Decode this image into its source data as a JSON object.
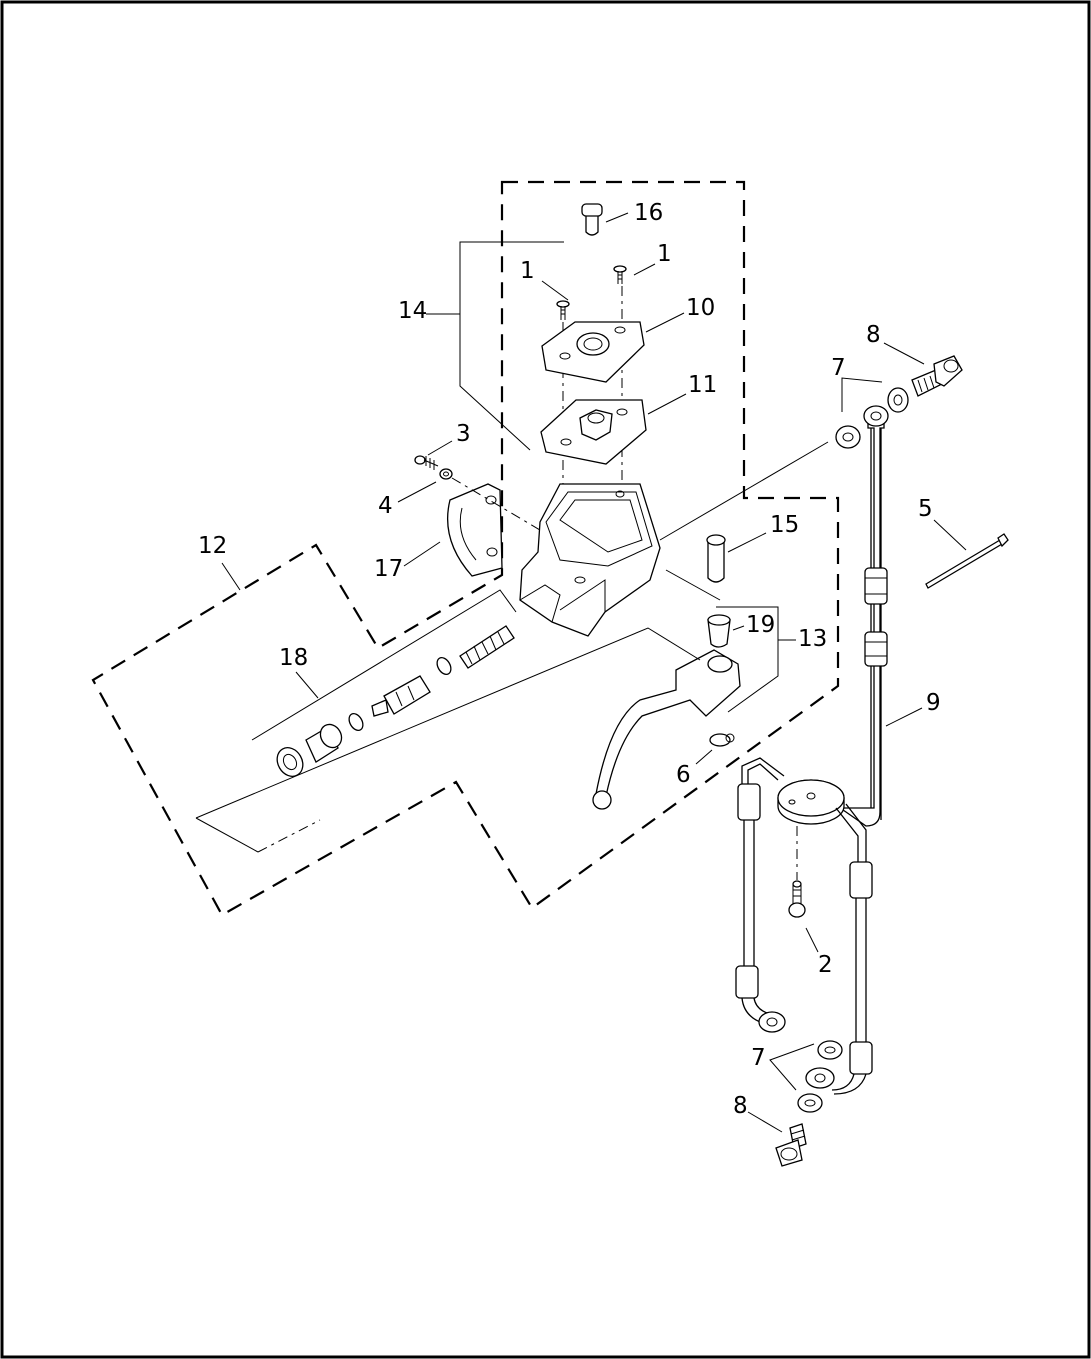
{
  "callouts": [
    {
      "id": "c16a",
      "text": "16"
    },
    {
      "id": "c1a",
      "text": "1"
    },
    {
      "id": "c1b",
      "text": "1"
    },
    {
      "id": "c10",
      "text": "10"
    },
    {
      "id": "c14",
      "text": "14"
    },
    {
      "id": "c8a",
      "text": "8"
    },
    {
      "id": "c7a",
      "text": "7"
    },
    {
      "id": "c11",
      "text": "11"
    },
    {
      "id": "c3",
      "text": "3"
    },
    {
      "id": "c5",
      "text": "5"
    },
    {
      "id": "c4",
      "text": "4"
    },
    {
      "id": "c15",
      "text": "15"
    },
    {
      "id": "c12",
      "text": "12"
    },
    {
      "id": "c17",
      "text": "17"
    },
    {
      "id": "c19",
      "text": "19"
    },
    {
      "id": "c13",
      "text": "13"
    },
    {
      "id": "c18",
      "text": "18"
    },
    {
      "id": "c9",
      "text": "9"
    },
    {
      "id": "c6",
      "text": "6"
    },
    {
      "id": "c2",
      "text": "2"
    },
    {
      "id": "c7b",
      "text": "7"
    },
    {
      "id": "c8b",
      "text": "8"
    }
  ]
}
